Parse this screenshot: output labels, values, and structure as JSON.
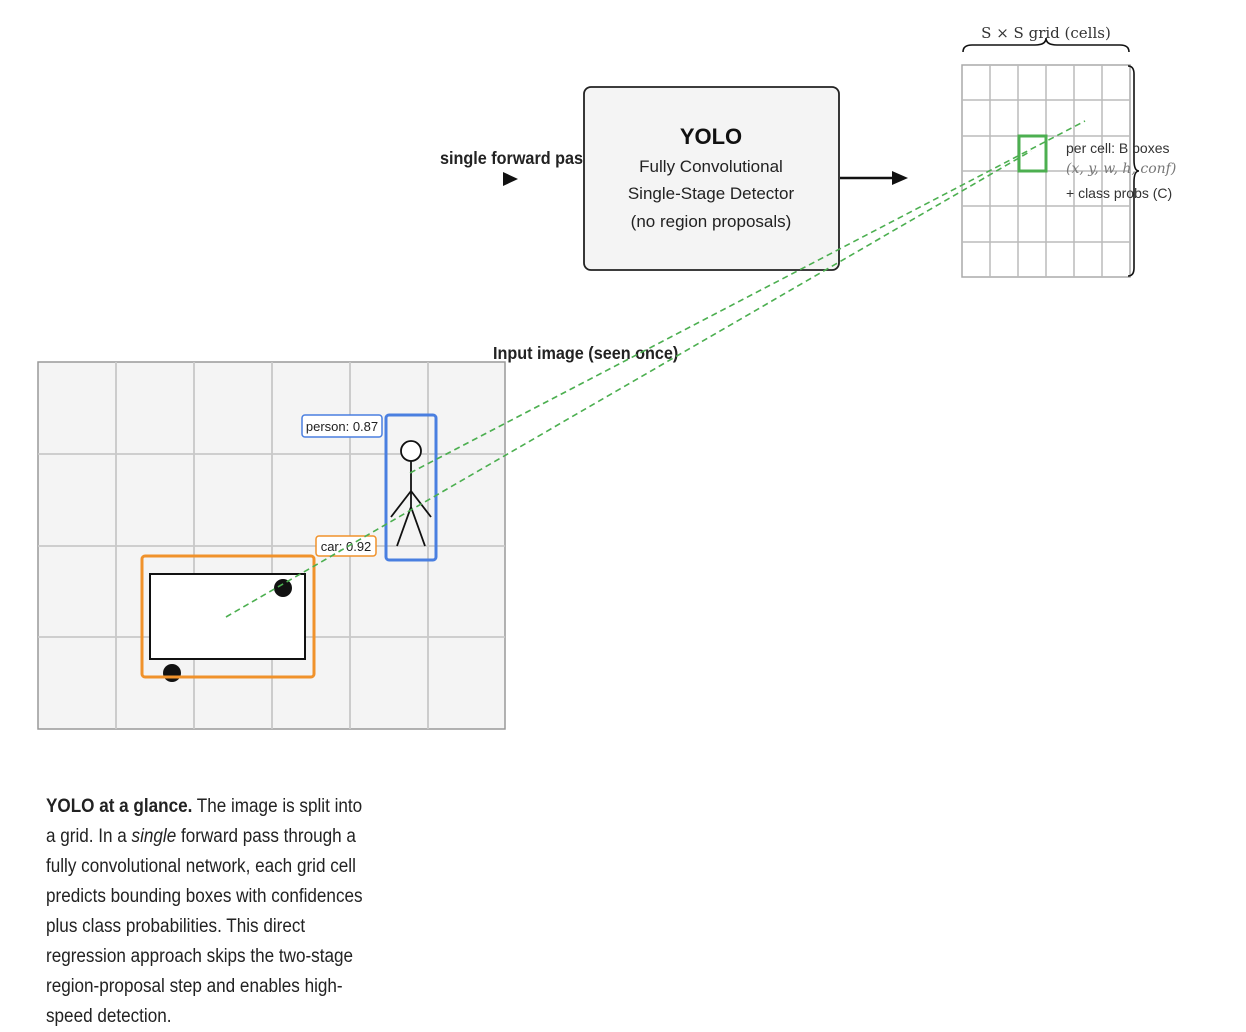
{
  "labels": {
    "grid_brace": "S × S grid (cells)",
    "forward_pass": "single forward pas",
    "input_image": "Input image (seen once)"
  },
  "yolo_box": {
    "title": "YOLO",
    "line1": "Fully Convolutional",
    "line2": "Single-Stage Detector",
    "line3": "(no region proposals)"
  },
  "cell_output": {
    "line1": "per cell:  B  boxes",
    "line2": "(x, y, w, h, conf)",
    "line3": "+ class probs (C)"
  },
  "detections": [
    {
      "label": "person: 0.87",
      "color": "#4a7fe0"
    },
    {
      "label": "car: 0.92",
      "color": "#f0922b"
    }
  ],
  "highlight_color": "#4caf50",
  "caption": {
    "bold": "YOLO at a glance.",
    "part1": " The image is split into a grid.  In a ",
    "italic": "single",
    "part2": " forward pass through a fully convolutional network, each grid cell predicts bounding boxes with confidences plus class probabilities.  This direct regression approach skips the two-stage region-proposal step and enables high-speed detection."
  }
}
